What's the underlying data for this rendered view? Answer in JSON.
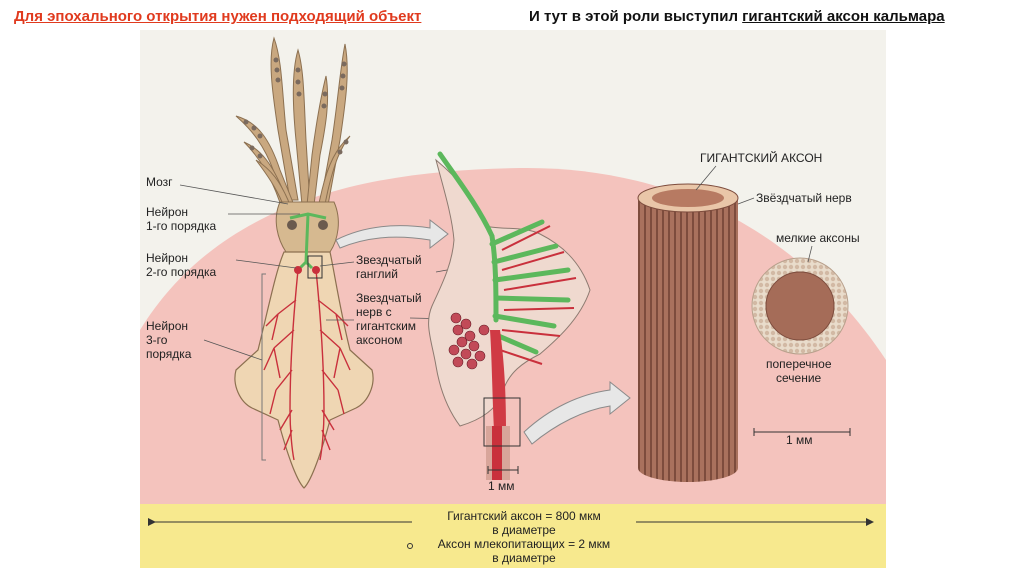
{
  "header": {
    "left_title": "Для эпохального открытия нужен подходящий объект",
    "right_prefix": "И тут в этой роли выступил ",
    "right_underlined": "гигантский аксон кальмара"
  },
  "labels": {
    "brain": "Мозг",
    "neuron1_line1": "Нейрон",
    "neuron1_line2": "1-го порядка",
    "neuron2_line1": "Нейрон",
    "neuron2_line2": "2-го порядка",
    "neuron3_line1": "Нейрон",
    "neuron3_line2": "3-го",
    "neuron3_line3": "порядка",
    "stellate_ganglion_line1": "Звездчатый",
    "stellate_ganglion_line2": "ганглий",
    "stellate_nerve_line1": "Звездчатый",
    "stellate_nerve_line2": "нерв с",
    "stellate_nerve_line3": "гигантским",
    "stellate_nerve_line4": "аксоном",
    "giant_axon": "ГИГАНТСКИЙ АКСОН",
    "star_nerve": "Звёздчатый нерв",
    "small_axons": "мелкие аксоны",
    "cross_section_line1": "поперечное",
    "cross_section_line2": "сечение",
    "scale_left": "1 мм",
    "scale_right": "1 мм"
  },
  "footer": {
    "giant_axon_line1": "Гигантский аксон = 800 мкм",
    "giant_axon_line2": "в диаметре",
    "mammal_axon_line1": "Аксон млекопитающих = 2 мкм",
    "mammal_axon_line2": "в диаметре"
  },
  "colors": {
    "header_left": "#e03a1e",
    "background_dome": "#f4c3bd",
    "panel": "#f3f2ec",
    "band": "#f7e98e",
    "nerve_green": "#5cb85c",
    "nerve_red": "#c9303c",
    "axon_brown": "#9c6a56"
  }
}
